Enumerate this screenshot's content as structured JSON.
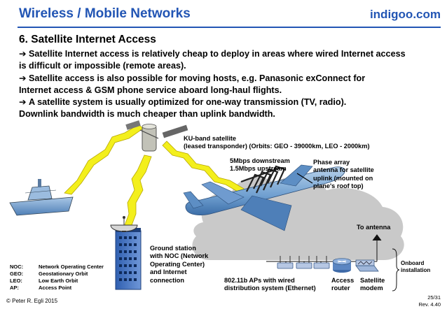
{
  "header": {
    "title": "Wireless / Mobile Networks",
    "brand": "indigoo.com"
  },
  "section": {
    "title": "6. Satellite Internet Access",
    "bullets": [
      "Satellite Internet access is relatively cheap to deploy in areas where wired Internet access",
      "is difficult or impossible (remote areas).",
      "Satellite access is also possible for moving hosts, e.g. Panasonic exConnect for",
      "Internet access & GSM phone service aboard long-haul flights.",
      "A satellite system is usually optimized for one-way transmission (TV, radio).",
      "Downlink bandwidth is much cheaper than uplink bandwidth."
    ]
  },
  "diagram": {
    "satellite_label": [
      "KU-band satellite",
      "(leased transponder) (Orbits: GEO - 39000km, LEO - 2000km)"
    ],
    "bandwidth_label": [
      "5Mbps downstream",
      "1.5Mbps upstream"
    ],
    "phase_array_label": [
      "Phase array",
      "antenna for satellite",
      "uplink (mounted on",
      "plane's roof top)"
    ],
    "to_antenna": "To antenna",
    "ground_station_label": [
      "Ground station",
      "with NOC (Network",
      "Operating Center)",
      "and Internet",
      "connection"
    ],
    "wired_label": [
      "802.11b APs with wired",
      "distribution system (Ethernet)"
    ],
    "router_label": [
      "Access",
      "router"
    ],
    "modem_label": [
      "Satellite",
      "modem"
    ],
    "onboard_label": [
      "Onboard",
      "installation"
    ]
  },
  "legend": [
    {
      "key": "NOC:",
      "value": "Network Operating Center"
    },
    {
      "key": "GEO:",
      "value": "Geostationary Orbit"
    },
    {
      "key": "LEO:",
      "value": "Low Earth Orbit"
    },
    {
      "key": "AP:",
      "value": "Access Point"
    }
  ],
  "footer": {
    "copyright": "© Peter R. Egli 2015",
    "page": "25/31",
    "rev": "Rev. 4.40"
  },
  "colors": {
    "accent": "#2255b4",
    "lightning": "#f2ef1e",
    "cloud": "#c8c8c8"
  }
}
